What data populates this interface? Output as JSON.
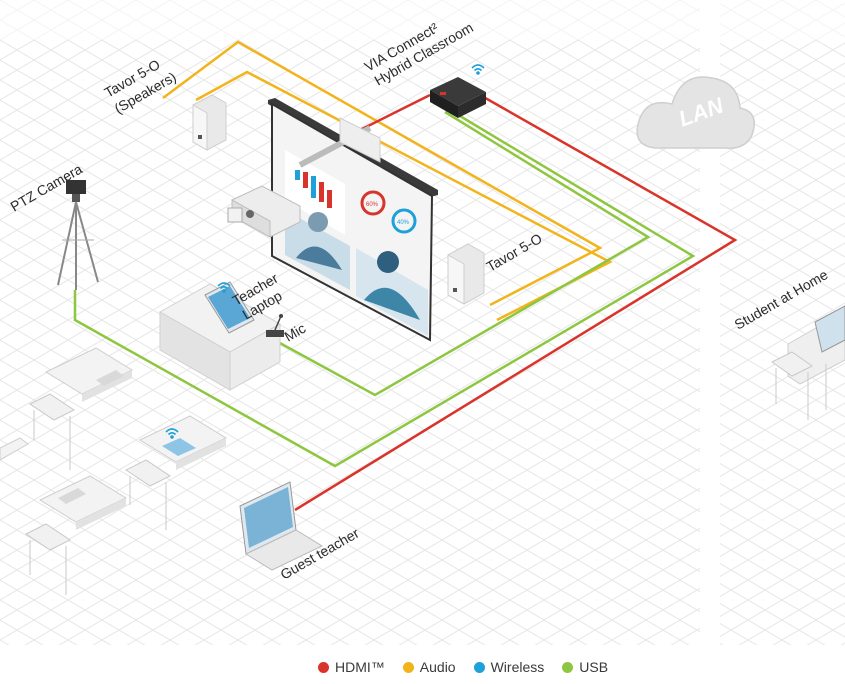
{
  "labels": {
    "speakers_line1": "Tavor 5-O",
    "speakers_line2": "(Speakers)",
    "via_line1": "VIA Connect²",
    "via_line2": "Hybrid Classroom",
    "lan": "LAN",
    "ptz_camera": "PTZ Camera",
    "tavor_right": "Tavor 5-O",
    "teacher_line1": "Teacher",
    "teacher_line2": "Laptop",
    "mic": "Mic",
    "student_home": "Student at Home",
    "guest_teacher": "Guest teacher"
  },
  "legend": [
    {
      "label": "HDMI™",
      "color": "#d9342b"
    },
    {
      "label": "Audio",
      "color": "#f2b31b"
    },
    {
      "label": "Wireless",
      "color": "#1ea0d8"
    },
    {
      "label": "USB",
      "color": "#8dc63f"
    }
  ],
  "colors": {
    "hdmi": "#d9342b",
    "audio": "#f2b31b",
    "wireless": "#1ea0d8",
    "usb": "#8dc63f",
    "grid": "#e6e6e6",
    "furniture": "#eeeeee"
  },
  "screen": {
    "stat_left": "60%",
    "stat_right": "40%"
  }
}
